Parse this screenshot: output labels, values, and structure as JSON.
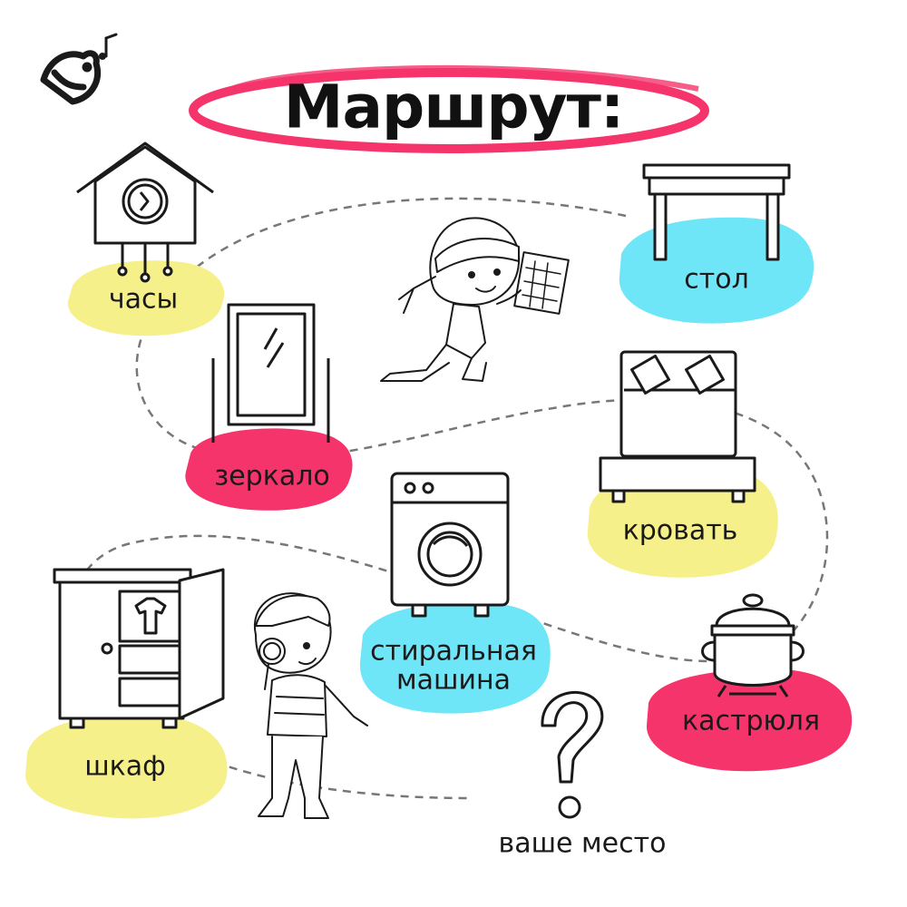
{
  "title": "Маршрут:",
  "colors": {
    "yellow": "#f6f08a",
    "cyan": "#6fe6f8",
    "pink": "#f4346a",
    "ink": "#1a1a1a",
    "path": "#777777"
  },
  "logo_icon": "bird-with-music-note-icon",
  "items": [
    {
      "id": "chasy",
      "label": "часы",
      "icon": "cuckoo-clock-icon",
      "blob": "yellow"
    },
    {
      "id": "zerkalo",
      "label": "зеркало",
      "icon": "standing-mirror-icon",
      "blob": "pink"
    },
    {
      "id": "stol",
      "label": "стол",
      "icon": "table-icon",
      "blob": "cyan"
    },
    {
      "id": "krovat",
      "label": "кровать",
      "icon": "bed-icon",
      "blob": "yellow"
    },
    {
      "id": "stiralnaya",
      "label": "стиральная\nмашина",
      "icon": "washing-machine-icon",
      "blob": "cyan"
    },
    {
      "id": "shkaf",
      "label": "шкаф",
      "icon": "wardrobe-icon",
      "blob": "yellow"
    },
    {
      "id": "kastryulya",
      "label": "кастрюля",
      "icon": "pot-icon",
      "blob": "pink"
    },
    {
      "id": "vashe",
      "label": "ваше место",
      "icon": "question-mark-icon",
      "blob": "none"
    }
  ]
}
